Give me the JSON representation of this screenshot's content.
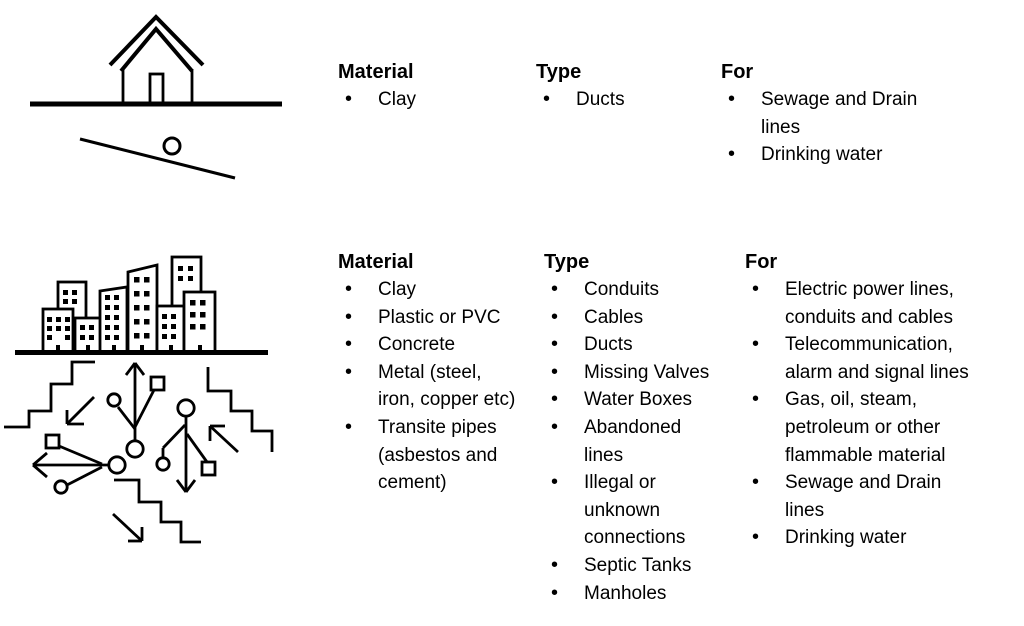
{
  "page": {
    "background": "#ffffff",
    "ink": "#000000"
  },
  "sections": [
    {
      "name": "residential",
      "icon": "house-above-buried-service-line",
      "columns": [
        {
          "header": "Material",
          "items": [
            "Clay"
          ]
        },
        {
          "header": "Type",
          "items": [
            "Ducts"
          ]
        },
        {
          "header": "For",
          "items": [
            "Sewage and Drain\nlines",
            "Drinking water"
          ]
        }
      ]
    },
    {
      "name": "urban",
      "icon": "city-skyline-above-underground-utility-network",
      "columns": [
        {
          "header": "Material",
          "items": [
            "Clay",
            "Plastic or PVC",
            "Concrete",
            "Metal (steel,\niron, copper etc)",
            "Transite pipes\n(asbestos and\ncement)"
          ]
        },
        {
          "header": "Type",
          "items": [
            "Conduits",
            "Cables",
            "Ducts",
            "Missing Valves",
            "Water Boxes",
            "Abandoned\nlines",
            "Illegal or\nunknown\nconnections",
            "Septic Tanks",
            "Manholes"
          ]
        },
        {
          "header": "For",
          "items": [
            "Electric power lines,\nconduits and cables",
            "Telecommunication,\nalarm and signal lines",
            "Gas, oil, steam,\npetroleum or other\nflammable material",
            "Sewage and Drain\nlines",
            "Drinking water"
          ]
        }
      ]
    }
  ]
}
